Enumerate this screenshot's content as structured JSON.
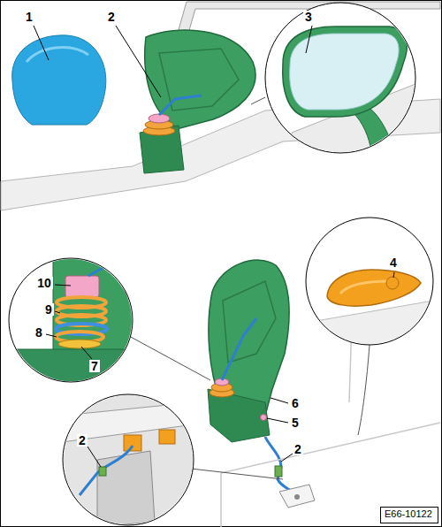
{
  "diagram": {
    "nodes": [
      {
        "text": [
          "E66-10122"
        ]
      }
    ],
    "labels": [
      "1",
      "2",
      "3",
      "4",
      "10",
      "9",
      "8",
      "7",
      "6",
      "5",
      "2",
      "2"
    ]
  }
}
